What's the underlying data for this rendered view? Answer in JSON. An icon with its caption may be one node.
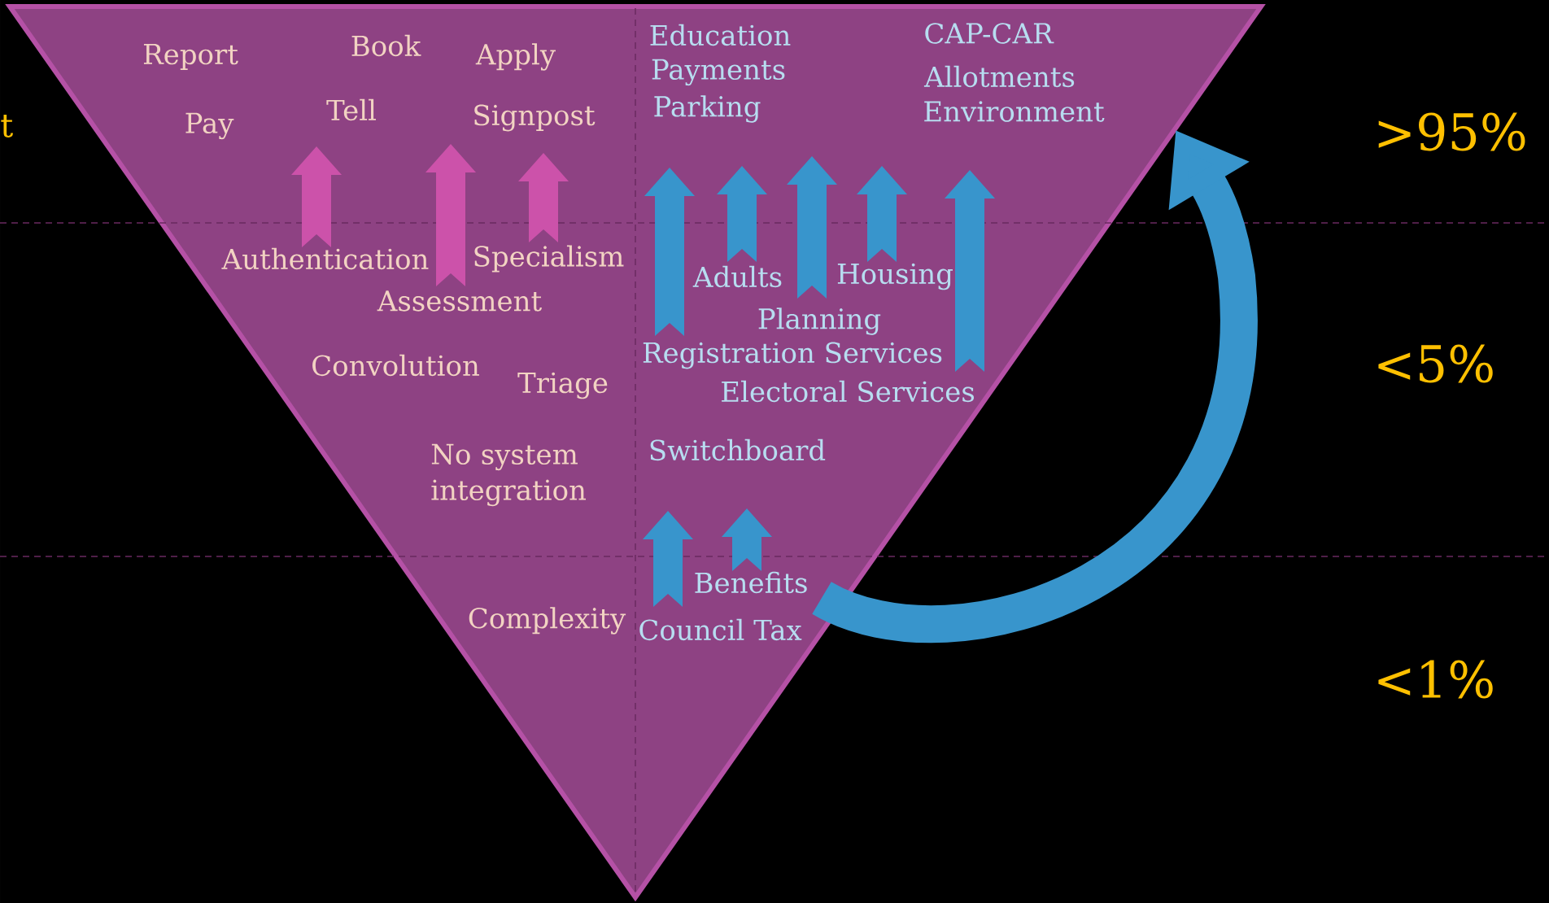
{
  "diagram": {
    "labels": [
      "Report",
      "Book",
      "Apply",
      "t",
      "Pay",
      "Tell",
      "Signpost",
      "Education",
      "Payments",
      "Parking",
      "CAP-CAR",
      "Allotments",
      "Environment",
      ">95%",
      "Authentication",
      "Specialism",
      "Assessment",
      "Adults",
      "Housing",
      "Planning",
      "Registration Services",
      "Electoral Services",
      "Convolution",
      "Triage",
      "<5%",
      "No system integration",
      "Switchboard",
      "Benefits",
      "Complexity",
      "Council Tax",
      "<1%"
    ]
  }
}
